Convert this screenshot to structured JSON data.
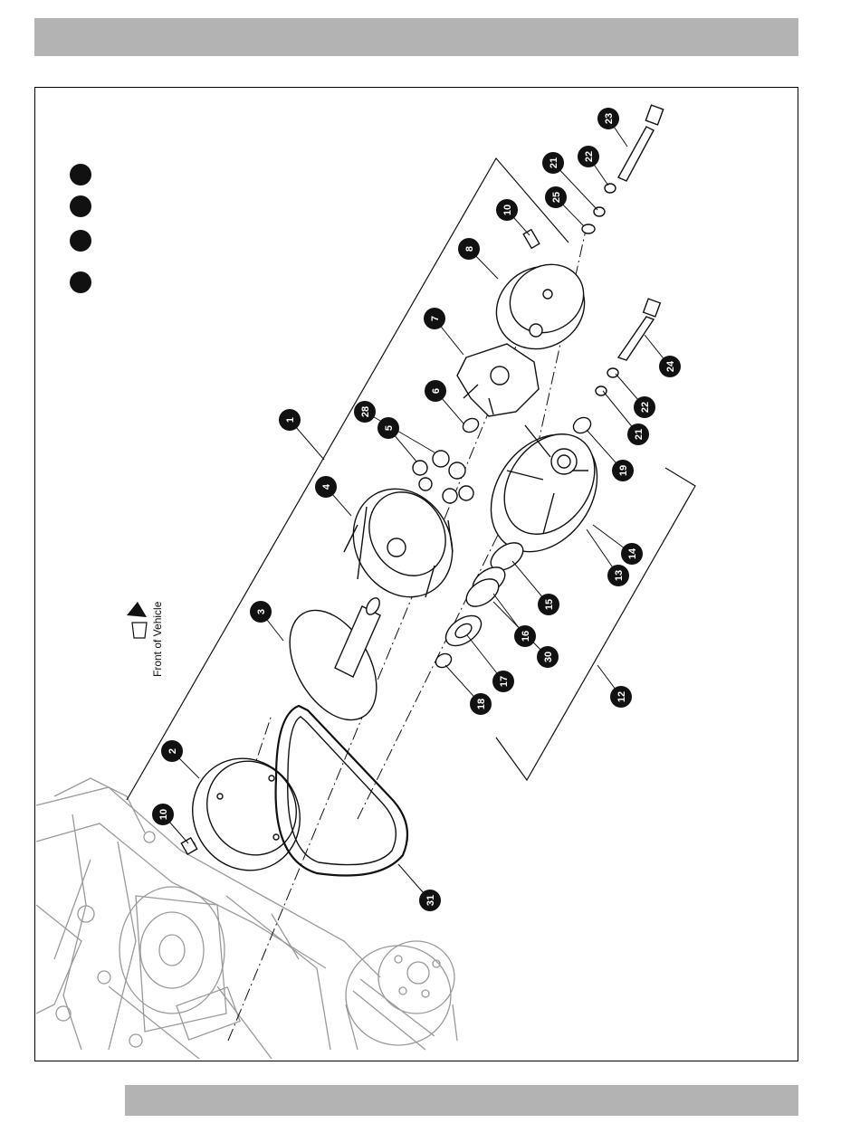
{
  "orientation_label": "Front of Vehicle",
  "legend": {
    "markers": 4,
    "marker_color": "#111111"
  },
  "callouts": [
    "1",
    "2",
    "3",
    "4",
    "5",
    "6",
    "7",
    "8",
    "10",
    "10",
    "12",
    "13",
    "14",
    "15",
    "16",
    "17",
    "18",
    "19",
    "21",
    "21",
    "22",
    "22",
    "23",
    "24",
    "25",
    "28",
    "30",
    "31"
  ],
  "colors": {
    "header_bar": "#b3b3b3",
    "ink": "#111111",
    "ghost_ink": "#9a9a9a"
  }
}
